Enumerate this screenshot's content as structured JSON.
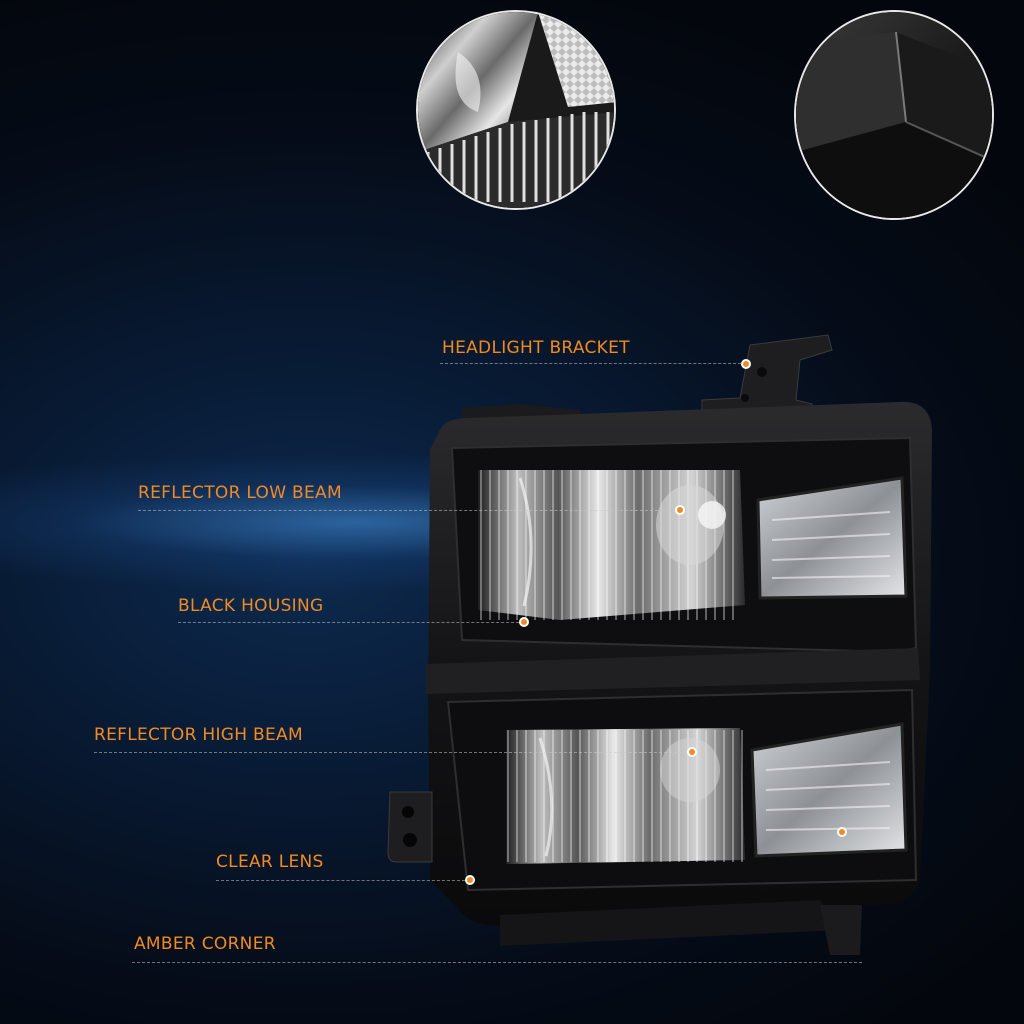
{
  "callouts": {
    "headlight_bracket": "HEADLIGHT BRACKET",
    "reflector_low_beam": "REFLECTOR LOW BEAM",
    "black_housing": "BLACK HOUSING",
    "reflector_high_beam": "REFLECTOR HIGH BEAM",
    "clear_lens": "CLEAR LENS",
    "amber_corner": "AMBER CORNER"
  },
  "colors": {
    "label": "#f08a24",
    "marker_fill": "#f08a24",
    "marker_ring": "#ffffff",
    "background": "#081a33"
  },
  "insets": [
    "lens-reflector-closeup",
    "housing-edge-closeup"
  ]
}
